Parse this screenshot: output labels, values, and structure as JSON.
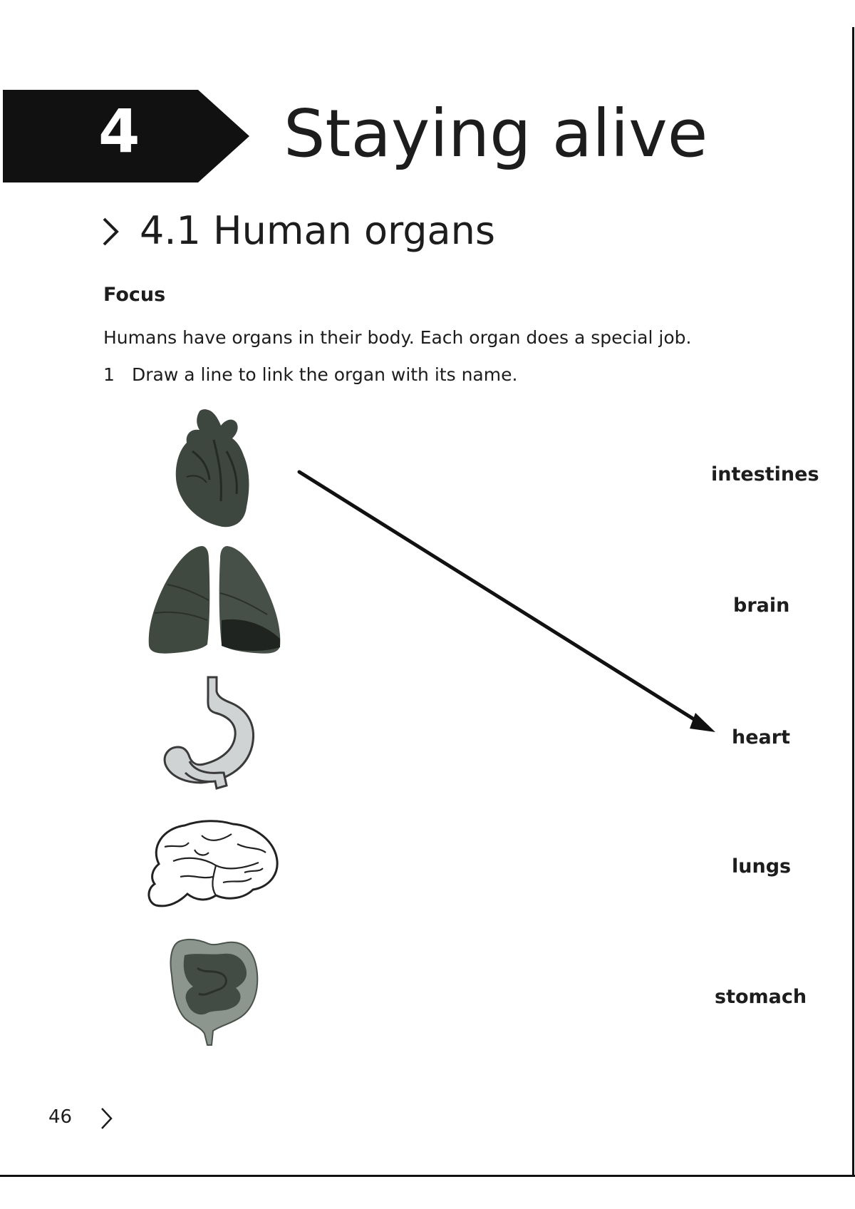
{
  "chapter": {
    "number": "4",
    "title": "Staying alive"
  },
  "section": {
    "number_and_title": "4.1 Human organs"
  },
  "focus": {
    "heading": "Focus",
    "intro": "Humans have organs in their body. Each organ does a special job.",
    "question_number": "1",
    "question_text": "Draw a line to link the organ with its name."
  },
  "organ_pictures": [
    "heart-icon",
    "lungs-icon",
    "stomach-icon",
    "brain-icon",
    "intestines-icon"
  ],
  "labels": [
    "intestines",
    "brain",
    "heart",
    "lungs",
    "stomach"
  ],
  "drawn_line": {
    "from": "heart-icon",
    "to": "heart"
  },
  "footer": {
    "page_number": "46"
  },
  "colors": {
    "banner": "#111111",
    "text": "#1d1d1d",
    "organ_dark": "#3d463f",
    "stomach_fill": "#cfd3d3"
  }
}
